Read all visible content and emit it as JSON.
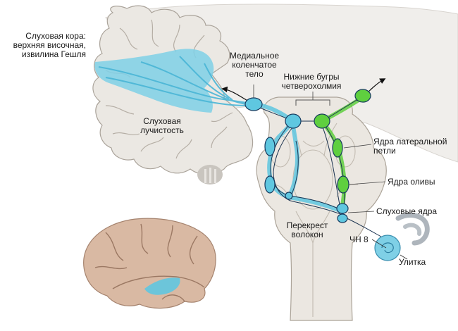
{
  "labels": {
    "auditory_cortex": [
      "Слуховая кора:",
      "верхняя височная,",
      "извилина Гешля"
    ],
    "medial_geniculate": [
      "Медиальное",
      "коленчатое",
      "тело"
    ],
    "inferior_colliculi": [
      "Нижние бугры",
      "четверохолмия"
    ],
    "auditory_radiation": [
      "Слуховая",
      "лучистость"
    ],
    "lateral_lemniscus_nuclei": [
      "Ядра латеральной",
      "петли"
    ],
    "olivary_nuclei": "Ядра оливы",
    "cochlear_nuclei": "Слуховые ядра",
    "decussation": [
      "Перекрест",
      "волокон"
    ],
    "cn8": "ЧН 8",
    "cochlea": "Улитка"
  },
  "colors": {
    "pathway_blue": "#5fc7e0",
    "pathway_green": "#5fcf3f",
    "tissue": "#ece9e4",
    "tissue_stroke": "#b9b3ab",
    "brain_lateral": "#d9b9a3",
    "nucleus_outline": "#173a5e"
  }
}
